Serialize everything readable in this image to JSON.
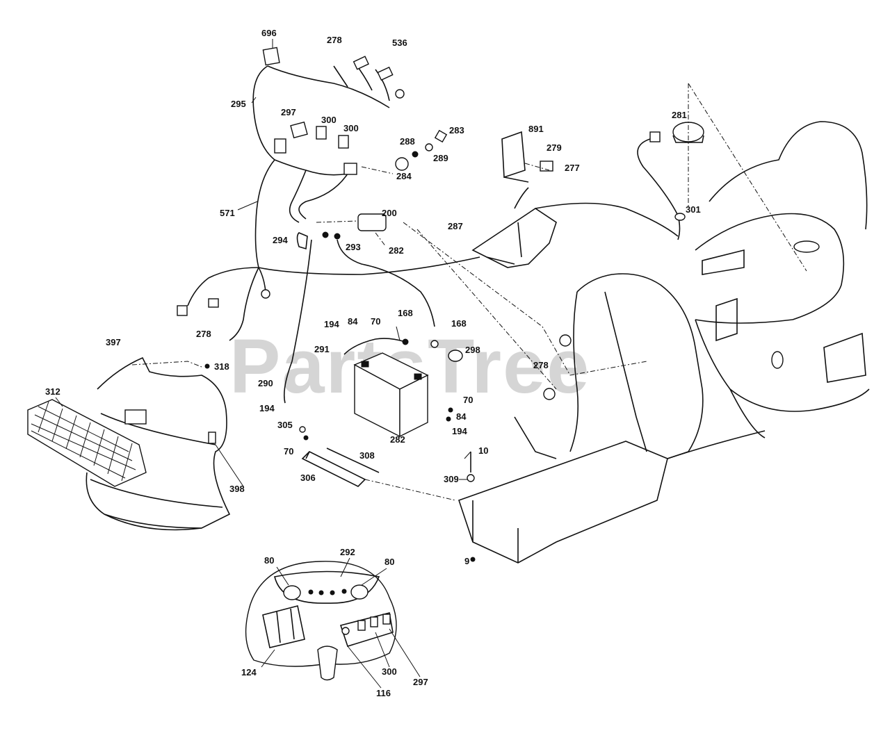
{
  "watermark": "PartsTree",
  "callouts": {
    "c696": "696",
    "c278a": "278",
    "c536": "536",
    "c295": "295",
    "c297a": "297",
    "c300a": "300",
    "c300b": "300",
    "c288": "288",
    "c283": "283",
    "c289": "289",
    "c284": "284",
    "c891": "891",
    "c279": "279",
    "c277": "277",
    "c281": "281",
    "c571": "571",
    "c200": "200",
    "c287": "287",
    "c301": "301",
    "c294": "294",
    "c293": "293",
    "c282": "282",
    "c194a": "194",
    "c84a": "84",
    "c70a": "70",
    "c168a": "168",
    "c168b": "168",
    "c278b": "278",
    "c291": "291",
    "c298": "298",
    "c278c": "278",
    "c397": "397",
    "c318": "318",
    "c312": "312",
    "c290": "290",
    "c194b": "194",
    "c70b": "70",
    "c84b": "84",
    "c194c": "194",
    "c305": "305",
    "c70c": "70",
    "c308": "308",
    "c306": "306",
    "c398": "398",
    "c282b": "282",
    "c10": "10",
    "c309": "309",
    "c9": "9",
    "c80a": "80",
    "c292": "292",
    "c80b": "80",
    "c124": "124",
    "c116": "116",
    "c300c": "300",
    "c297b": "297"
  }
}
